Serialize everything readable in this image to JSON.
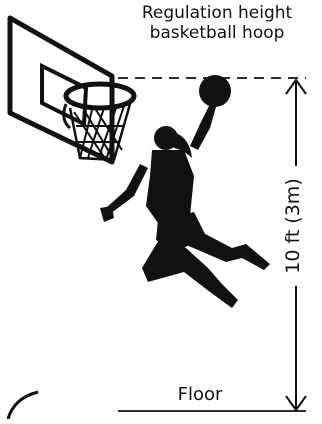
{
  "hoop_label": {
    "line1": "Regulation height",
    "line2": "basketball hoop"
  },
  "dimension_label": "10 ft (3m)",
  "floor_label": "Floor",
  "icons": [
    "basketball-hoop-icon",
    "basketball-icon",
    "player-silhouette-icon"
  ],
  "colors": {
    "ink": "#111111",
    "background": "#ffffff"
  }
}
